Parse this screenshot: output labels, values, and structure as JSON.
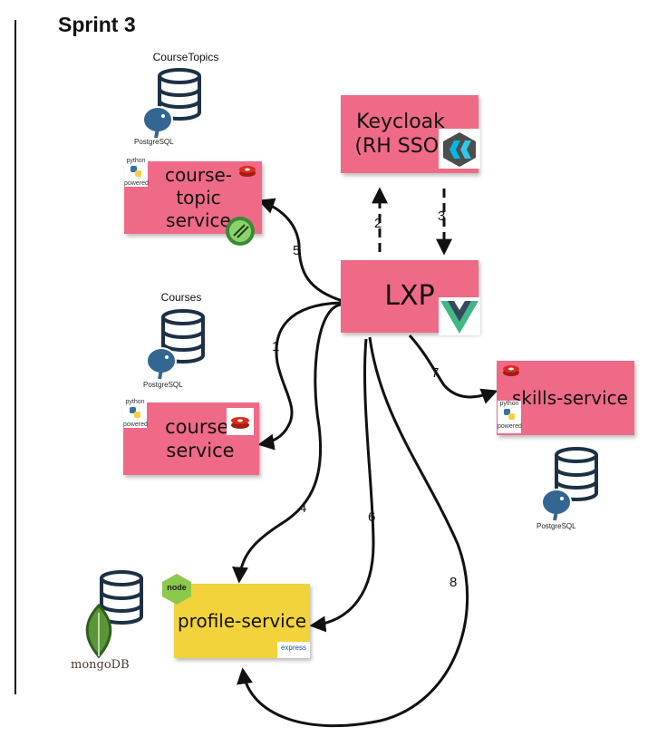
{
  "page": {
    "title": "Sprint 3"
  },
  "nodes": {
    "keycloak": {
      "label": "Keycloak (RH SSO)"
    },
    "lxp": {
      "label": "LXP"
    },
    "course_topic_service": {
      "label": "course-topic service"
    },
    "course_service": {
      "label": "course-service"
    },
    "skills_service": {
      "label": "skills-service"
    },
    "profile_service": {
      "label": "profile-service"
    }
  },
  "databases": {
    "course_topics": {
      "caption": "CourseTopics",
      "engine": "PostgreSQL"
    },
    "courses": {
      "caption": "Courses",
      "engine": "PostgreSQL"
    },
    "skills": {
      "engine": "PostgreSQL"
    },
    "profile": {
      "engine": "mongoDB"
    }
  },
  "badges": {
    "python": "python",
    "powered": "powered",
    "node": "node",
    "express": "express"
  },
  "edges": [
    {
      "num": "1",
      "from": "LXP",
      "to": "course-service"
    },
    {
      "num": "2",
      "from": "LXP",
      "to": "Keycloak (RH SSO)"
    },
    {
      "num": "3",
      "from": "Keycloak (RH SSO)",
      "to": "LXP"
    },
    {
      "num": "4",
      "from": "LXP",
      "to": "profile-service"
    },
    {
      "num": "5",
      "from": "LXP",
      "to": "course-topic service"
    },
    {
      "num": "6",
      "from": "LXP",
      "to": "profile-service"
    },
    {
      "num": "7",
      "from": "LXP",
      "to": "skills-service"
    },
    {
      "num": "8",
      "from": "LXP",
      "to": "profile-service"
    }
  ],
  "colors": {
    "note_pink": "#ef6a86",
    "note_yellow": "#f2d33b",
    "db_stroke": "#1d3144",
    "arrow": "#111111"
  }
}
